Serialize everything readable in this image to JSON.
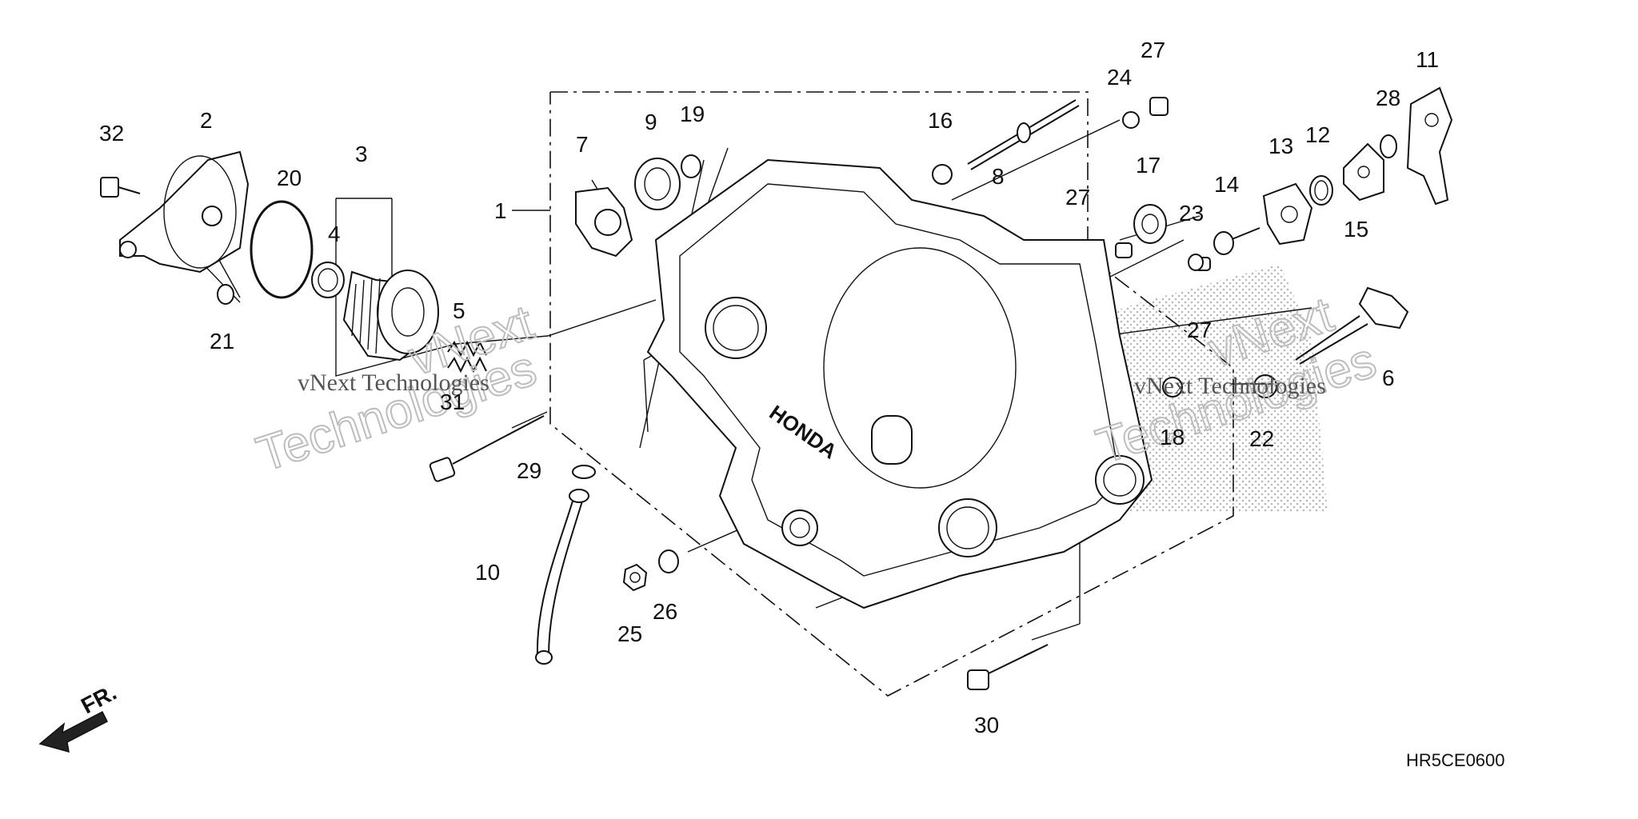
{
  "callouts": [
    "1",
    "2",
    "3",
    "4",
    "5",
    "6",
    "7",
    "8",
    "9",
    "10",
    "11",
    "12",
    "13",
    "14",
    "15",
    "16",
    "17",
    "18",
    "19",
    "20",
    "21",
    "22",
    "23",
    "24",
    "25",
    "26",
    "27",
    "27",
    "27",
    "28",
    "29",
    "30",
    "31",
    "32"
  ],
  "diagram_code": "HR5CE0600",
  "front_marker": "FR.",
  "watermark": {
    "line1": "vNext",
    "line2": "Technologies",
    "full": "vNext Technologies"
  }
}
